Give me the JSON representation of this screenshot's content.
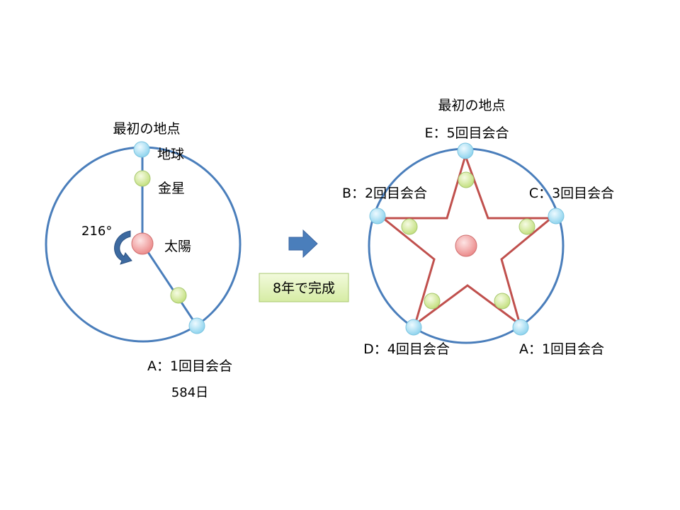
{
  "left": {
    "start_label": "最初の地点",
    "earth_label": "地球",
    "venus_label": "金星",
    "sun_label": "太陽",
    "angle_label": "216°",
    "conjunction_label": "A：1回目会合",
    "days_label": "584日"
  },
  "middle": {
    "result_label": "8年で完成"
  },
  "right": {
    "start_label": "最初の地点",
    "labels": {
      "E": "E：5回目会合",
      "B": "B：2回目会合",
      "C": "C：3回目会合",
      "D": "D：4回目会合",
      "A": "A：1回目会合"
    }
  },
  "colors": {
    "orbit": "#4a7ebb",
    "star": "#c0504d",
    "earth": "#a8e0f0",
    "venus": "#d8eea0",
    "sun": "#f4a0a0",
    "box": "#e4f4c0"
  }
}
